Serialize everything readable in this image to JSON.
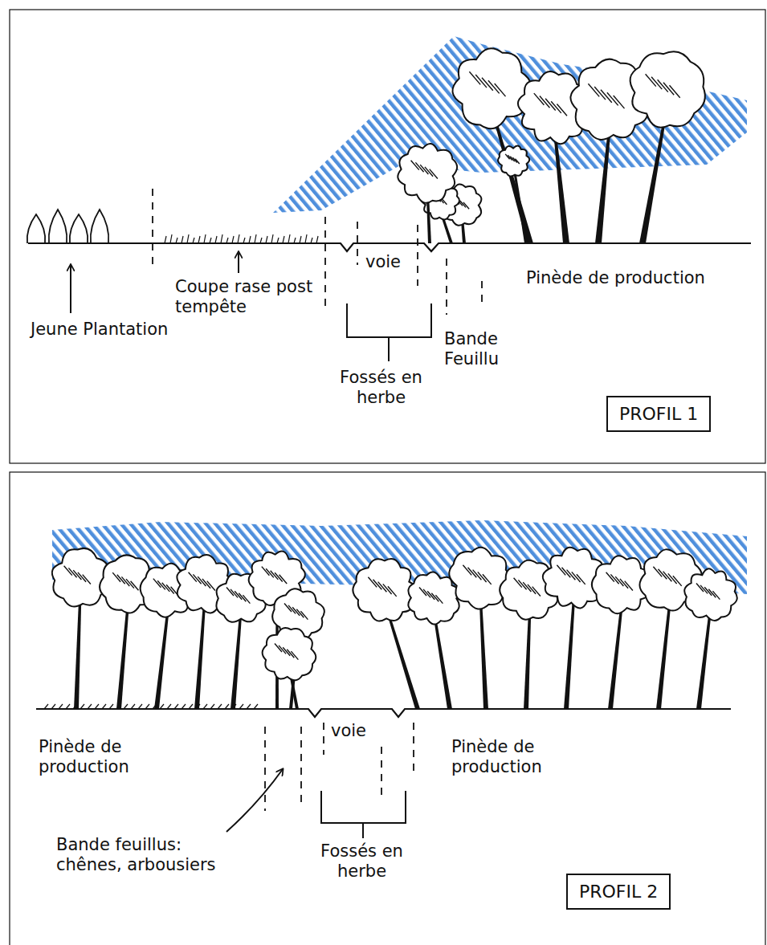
{
  "diagram": {
    "nodes": [
      {
        "text": [
          "PROFIL 1"
        ]
      },
      {
        "text": [
          "PROFIL 2"
        ]
      }
    ],
    "labels": [
      "Jeune Plantation",
      "Coupe rase post tempête",
      "voie",
      "Pinède de production",
      "Bande Feuillu",
      "Fossés en herbe",
      "Pinède de production",
      "voie",
      "Pinède de production",
      "Bande feuillus: chênes, arbousiers",
      "Fossés en herbe"
    ]
  }
}
